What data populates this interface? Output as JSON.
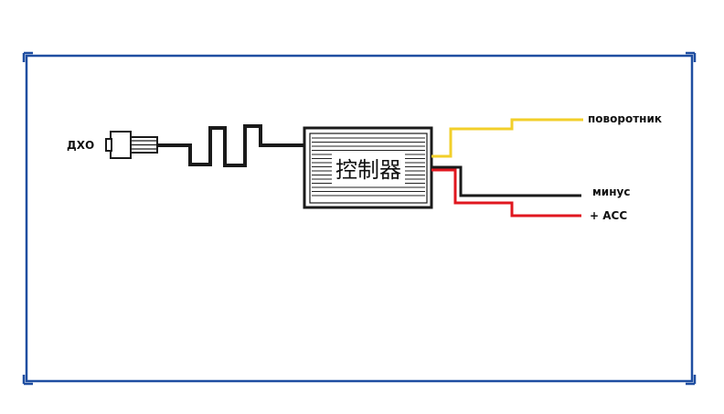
{
  "labels": {
    "connector": "ДХО",
    "controller": "控制器",
    "turn_signal": "поворотник",
    "minus": "минус",
    "acc": "+ ACC"
  },
  "colors": {
    "frame": "#1f4ea1",
    "wire_black": "#1a1a1a",
    "wire_yellow": "#f2cf2a",
    "wire_red": "#e0171f",
    "controller_fill": "#ffffff",
    "controller_lines": "#222222"
  }
}
